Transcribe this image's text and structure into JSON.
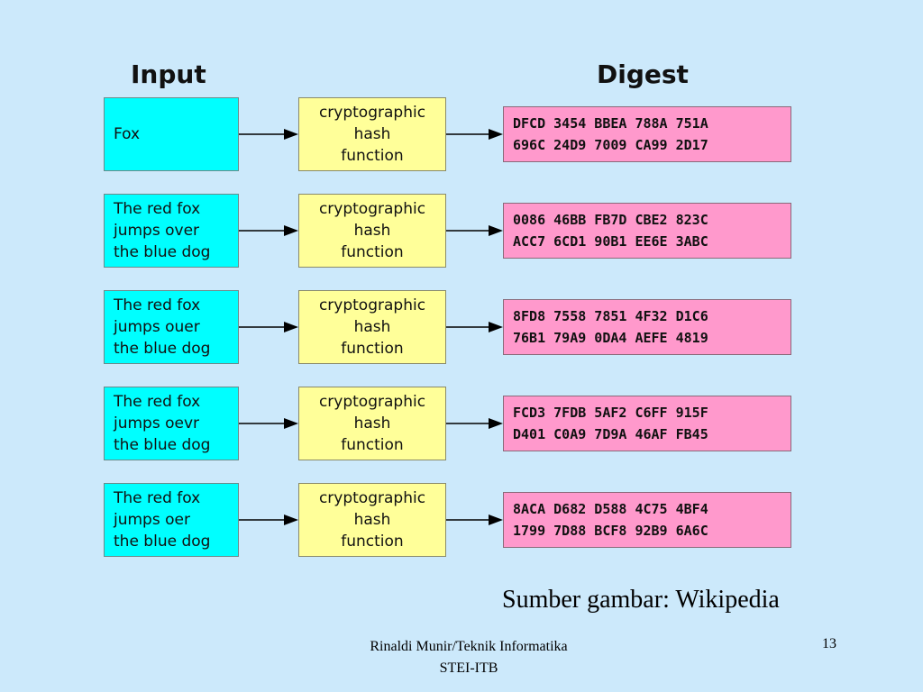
{
  "headings": {
    "input": "Input",
    "digest": "Digest"
  },
  "hash_label": [
    "cryptographic",
    "hash",
    "function"
  ],
  "rows": [
    {
      "input": "Fox",
      "digest": [
        "DFCD 3454 BBEA 788A 751A",
        "696C 24D9 7009 CA99 2D17"
      ]
    },
    {
      "input": "The red fox\njumps over\nthe blue dog",
      "digest": [
        "0086 46BB FB7D CBE2 823C",
        "ACC7 6CD1 90B1 EE6E 3ABC"
      ]
    },
    {
      "input": "The red fox\njumps ouer\nthe blue dog",
      "digest": [
        "8FD8 7558 7851 4F32 D1C6",
        "76B1 79A9 0DA4 AEFE 4819"
      ]
    },
    {
      "input": "The red fox\njumps oevr\nthe blue dog",
      "digest": [
        "FCD3 7FDB 5AF2 C6FF 915F",
        "D401 C0A9 7D9A 46AF FB45"
      ]
    },
    {
      "input": "The red fox\njumps oer\nthe blue dog",
      "digest": [
        "8ACA D682 D588 4C75 4BF4",
        "1799 7D88 BCF8 92B9 6A6C"
      ]
    }
  ],
  "source": "Sumber gambar: Wikipedia",
  "footer": {
    "line1": "Rinaldi Munir/Teknik Informatika",
    "line2": "STEI-ITB"
  },
  "page_number": "13",
  "colors": {
    "background": "#cce9fb",
    "input_box": "#00ffff",
    "hash_box": "#ffff99",
    "digest_box": "#ff99cc"
  }
}
